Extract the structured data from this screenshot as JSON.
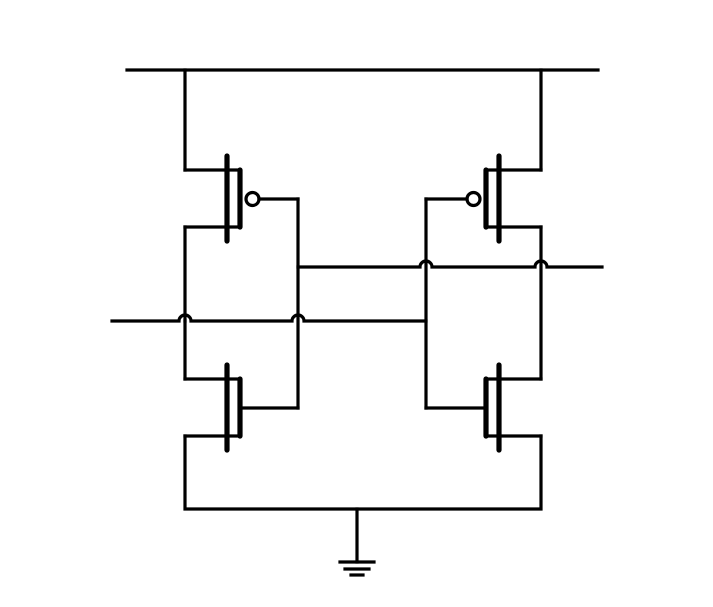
{
  "diagram": {
    "type": "circuit-schematic",
    "colors": {
      "background": "#ffffff",
      "stroke": "#000000"
    },
    "components": [
      {
        "name": "pmos-left",
        "kind": "PMOS transistor",
        "has_gate_bubble": true
      },
      {
        "name": "pmos-right",
        "kind": "PMOS transistor",
        "has_gate_bubble": true
      },
      {
        "name": "nmos-left",
        "kind": "NMOS transistor",
        "has_gate_bubble": false
      },
      {
        "name": "nmos-right",
        "kind": "NMOS transistor",
        "has_gate_bubble": false
      },
      {
        "name": "ground",
        "kind": "ground symbol"
      },
      {
        "name": "supply-rail",
        "kind": "power rail"
      }
    ],
    "wire_crossings": 4
  }
}
